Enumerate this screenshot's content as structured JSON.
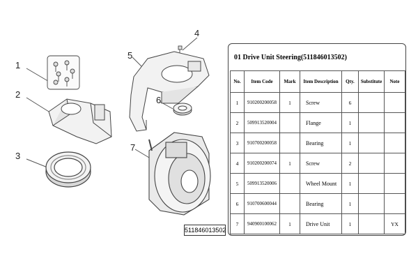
{
  "diagram": {
    "callouts": [
      "1",
      "2",
      "3",
      "4",
      "5",
      "6",
      "7"
    ],
    "assembly_code": "511846013502"
  },
  "table": {
    "title": "01 Drive Unit Steering(511846013502)",
    "headers": [
      "No.",
      "Item Code",
      "Mark",
      "Item Description",
      "Qty.",
      "Substitute",
      "Note"
    ],
    "rows": [
      [
        "1",
        "910200200058",
        "1",
        "Screw",
        "6",
        "",
        ""
      ],
      [
        "2",
        "509913520004",
        "",
        "Flange",
        "1",
        "",
        ""
      ],
      [
        "3",
        "910700200058",
        "",
        "Bearing",
        "1",
        "",
        ""
      ],
      [
        "4",
        "910200200074",
        "1",
        "Screw",
        "2",
        "",
        ""
      ],
      [
        "5",
        "509913520006",
        "",
        "Wheel Mount",
        "1",
        "",
        ""
      ],
      [
        "6",
        "910700600044",
        "",
        "Bearing",
        "1",
        "",
        ""
      ],
      [
        "7",
        "940900100062",
        "1",
        "Drive Unit",
        "1",
        "",
        "YX"
      ]
    ]
  }
}
